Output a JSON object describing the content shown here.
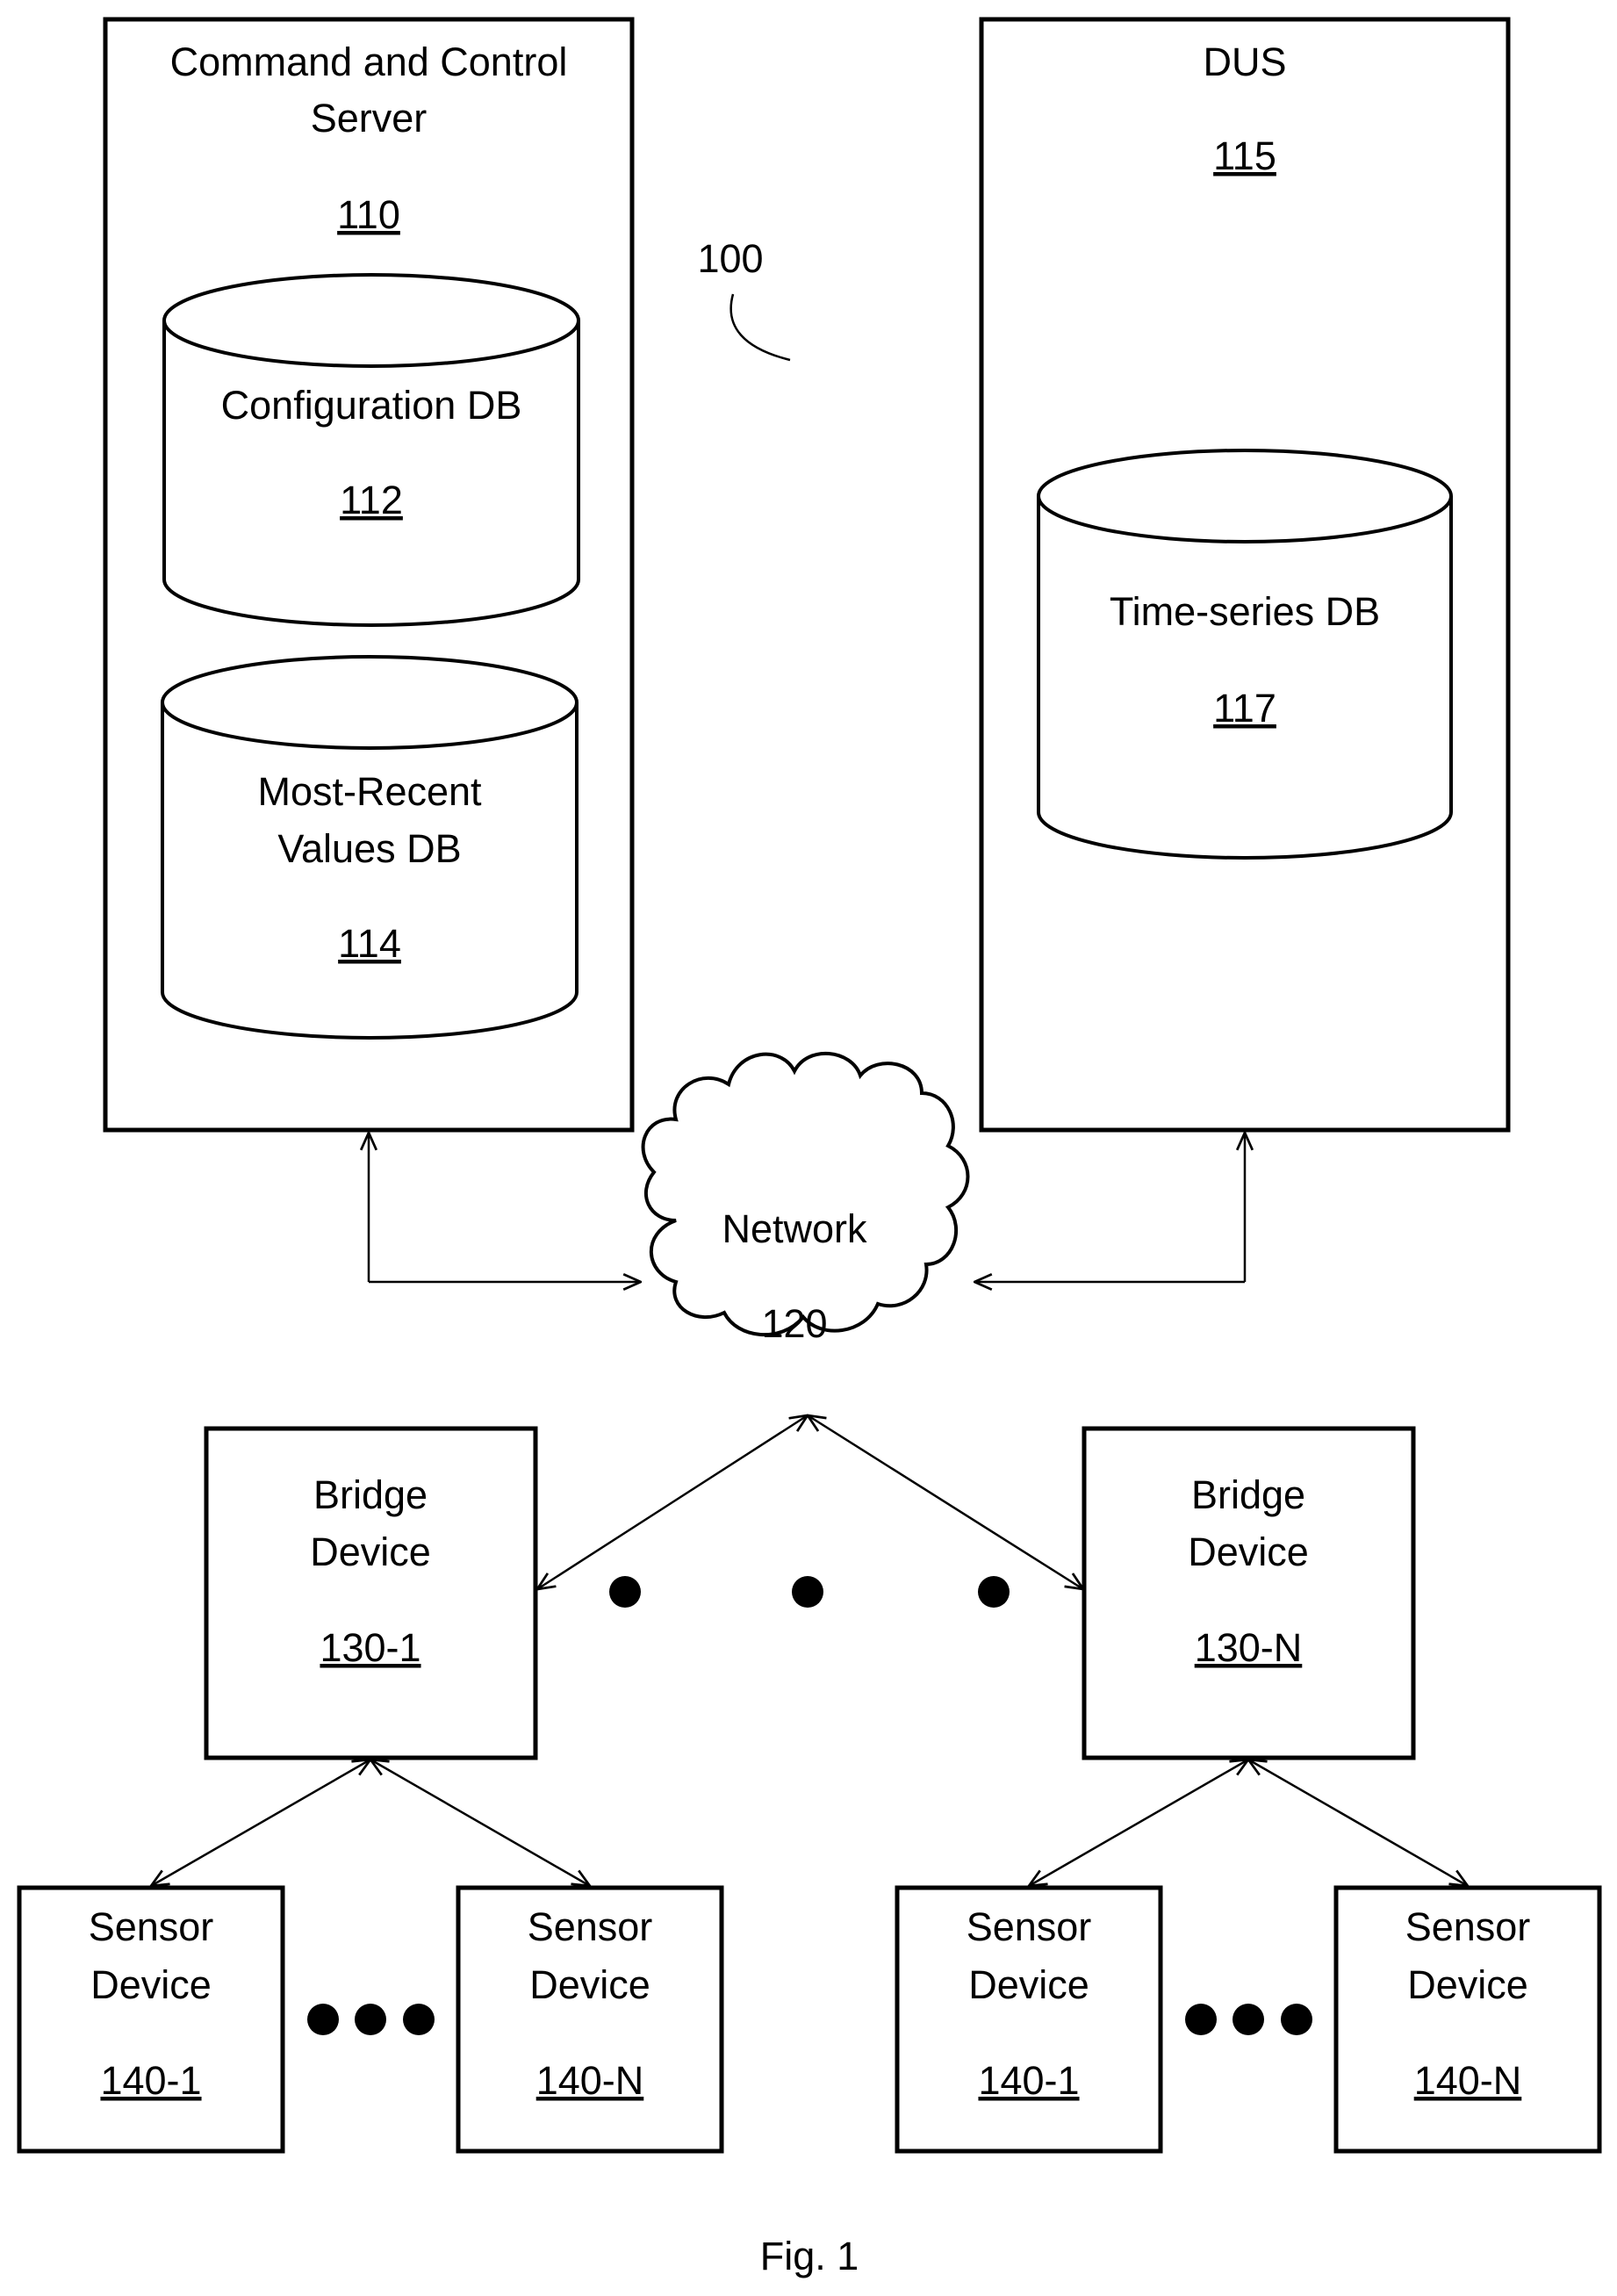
{
  "figure_ref": "100",
  "caption": "Fig. 1",
  "cc_server": {
    "title_line1": "Command and Control",
    "title_line2": "Server",
    "ref": "110"
  },
  "config_db": {
    "label": "Configuration DB",
    "ref": "112"
  },
  "mrv_db": {
    "label_line1": "Most-Recent",
    "label_line2": "Values DB",
    "ref": "114"
  },
  "dus": {
    "title": "DUS",
    "ref": "115"
  },
  "ts_db": {
    "label": "Time-series DB",
    "ref": "117"
  },
  "network": {
    "label": "Network",
    "ref": "120"
  },
  "bridge_1": {
    "line1": "Bridge",
    "line2": "Device",
    "ref": "130-1"
  },
  "bridge_n": {
    "line1": "Bridge",
    "line2": "Device",
    "ref": "130-N"
  },
  "sensor_a1": {
    "line1": "Sensor",
    "line2": "Device",
    "ref": "140-1"
  },
  "sensor_an": {
    "line1": "Sensor",
    "line2": "Device",
    "ref": "140-N"
  },
  "sensor_b1": {
    "line1": "Sensor",
    "line2": "Device",
    "ref": "140-1"
  },
  "sensor_bn": {
    "line1": "Sensor",
    "line2": "Device",
    "ref": "140-N"
  }
}
